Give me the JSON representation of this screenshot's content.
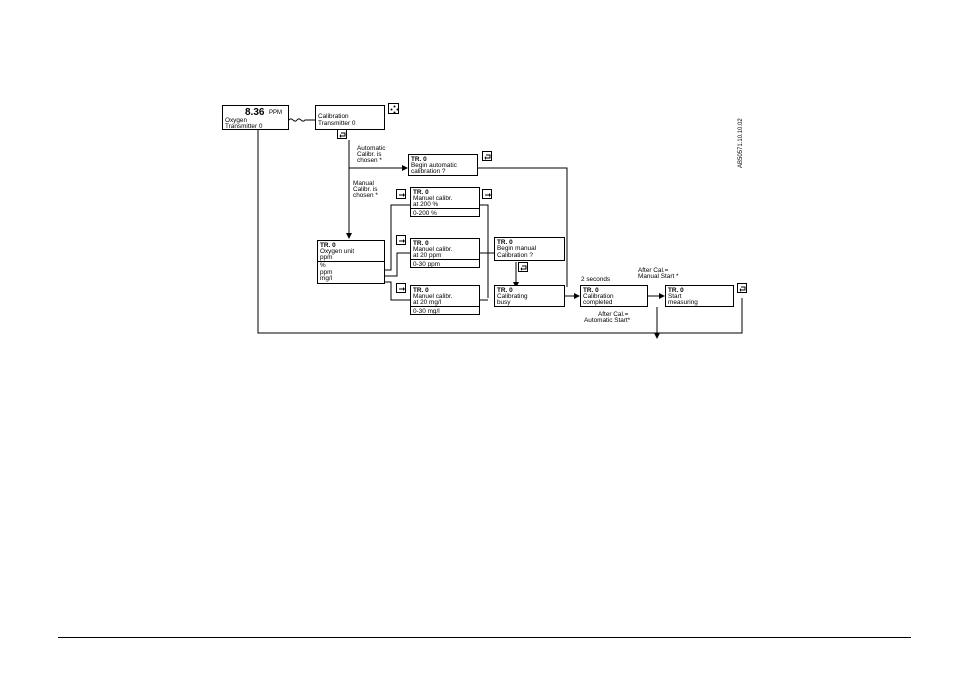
{
  "main_display": {
    "value": "8.36",
    "unit": "PPM",
    "line1": "Oxygen",
    "line2": "Transmitter 0"
  },
  "calibration": {
    "line1": "Calibration",
    "line2": "Transmitter 0"
  },
  "auto_note": [
    "Automatic",
    "Calibr. is",
    "chosen *"
  ],
  "manual_note": [
    "Manual",
    "Calibr. is",
    "chosen *"
  ],
  "begin_auto": {
    "title": "TR. 0",
    "line1": "Begin automatic",
    "line2": "calibration ?"
  },
  "manual_200": {
    "title": "TR. 0",
    "line1": "Manuel calibr.",
    "line2": "at 200 %",
    "range": "0-200 %"
  },
  "manual_20ppm": {
    "title": "TR. 0",
    "line1": "Manuel calibr.",
    "line2": "at 20 ppm",
    "range": "0-30 ppm"
  },
  "manual_20mgl": {
    "title": "TR. 0",
    "line1": "Manuel calibr.",
    "line2": "at 20 mg/l",
    "range": "0-30 mg/l"
  },
  "oxygen_unit": {
    "title": "TR. 0",
    "line1": "Oxygen unit",
    "line2": "ppm",
    "opt1": "%",
    "opt2": "ppm",
    "opt3": "mg/l"
  },
  "begin_manual": {
    "title": "TR. 0",
    "line1": "Begin manual",
    "line2": "Calibration ?"
  },
  "busy": {
    "title": "TR. 0",
    "line1": "Calibrating",
    "line2": "busy"
  },
  "completed": {
    "title": "TR. 0",
    "line1": "Calibration",
    "line2": "completed"
  },
  "start_measuring": {
    "title": "TR. 0",
    "line1": "Start",
    "line2": "measuring"
  },
  "two_seconds": "2 seconds",
  "after_manual": [
    "After Cal.=",
    "Manual Start *"
  ],
  "after_auto": [
    "After Cal.=",
    "Automatic Start*"
  ],
  "doc_code": "AB50571.10.10.02",
  "icons": {
    "enter": "enter-key-icon",
    "arrow": "arrow-key-icon",
    "nav": "navigation-key-icon"
  }
}
